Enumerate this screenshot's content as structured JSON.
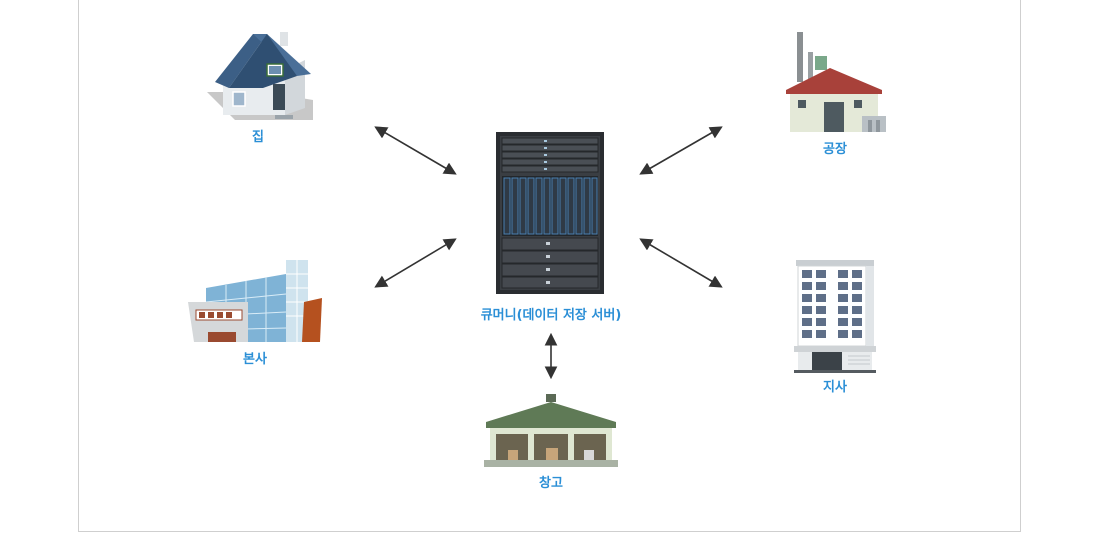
{
  "diagram": {
    "nodes": {
      "home": {
        "label": "집",
        "icon": "house-icon"
      },
      "factory": {
        "label": "공장",
        "icon": "factory-icon"
      },
      "headquarters": {
        "label": "본사",
        "icon": "office-building-icon"
      },
      "branch": {
        "label": "지사",
        "icon": "highrise-building-icon"
      },
      "warehouse": {
        "label": "창고",
        "icon": "warehouse-icon"
      },
      "server": {
        "label": "큐머니(데이터 저장 서버)",
        "icon": "server-rack-icon"
      }
    },
    "colors": {
      "label": "#2b8fd6",
      "arrow": "#333333"
    }
  }
}
